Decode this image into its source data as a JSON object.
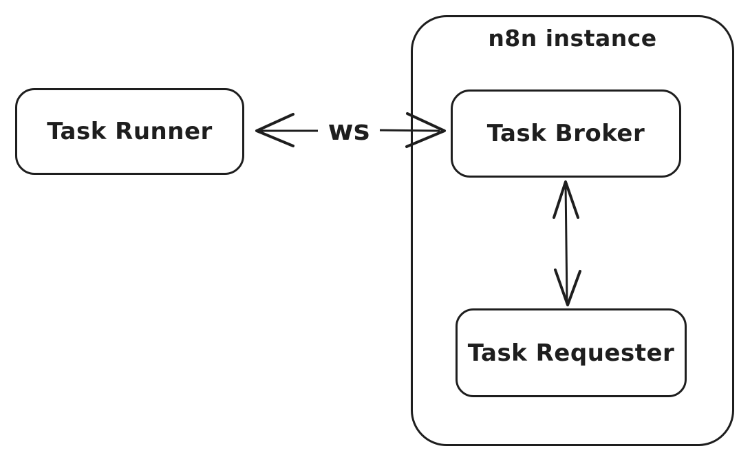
{
  "diagram": {
    "background_color": "#ffffff",
    "stroke_color": "#1e1e1e",
    "container": {
      "label": "n8n instance"
    },
    "nodes": {
      "task_runner": {
        "label": "Task Runner"
      },
      "task_broker": {
        "label": "Task Broker"
      },
      "task_requester": {
        "label": "Task Requester"
      }
    },
    "edges": {
      "ws": {
        "label": "ws",
        "type": "bidirectional-horizontal",
        "from": "Task Runner",
        "to": "Task Broker"
      },
      "broker_requester": {
        "label": "",
        "type": "bidirectional-vertical",
        "from": "Task Broker",
        "to": "Task Requester"
      }
    }
  }
}
